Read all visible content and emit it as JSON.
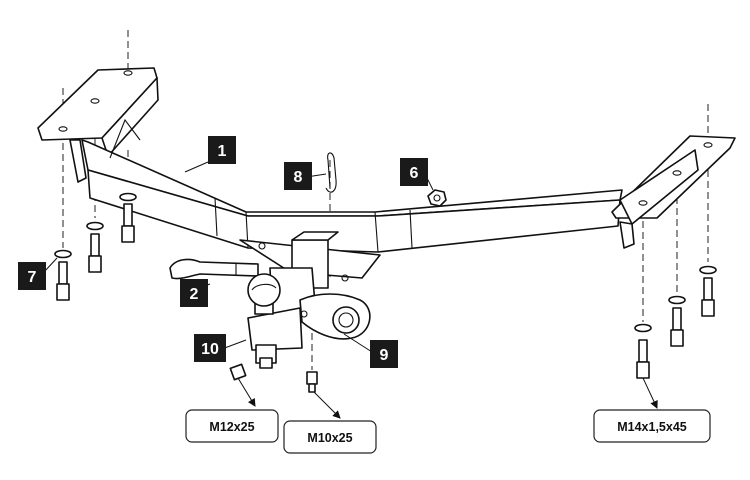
{
  "callouts": {
    "c1": "1",
    "c2": "2",
    "c6": "6",
    "c7": "7",
    "c8": "8",
    "c9": "9",
    "c10": "10"
  },
  "specs": {
    "bolt_m12": "M12x25",
    "bolt_m10": "M10x25",
    "bolt_m14": "M14x1,5x45"
  }
}
